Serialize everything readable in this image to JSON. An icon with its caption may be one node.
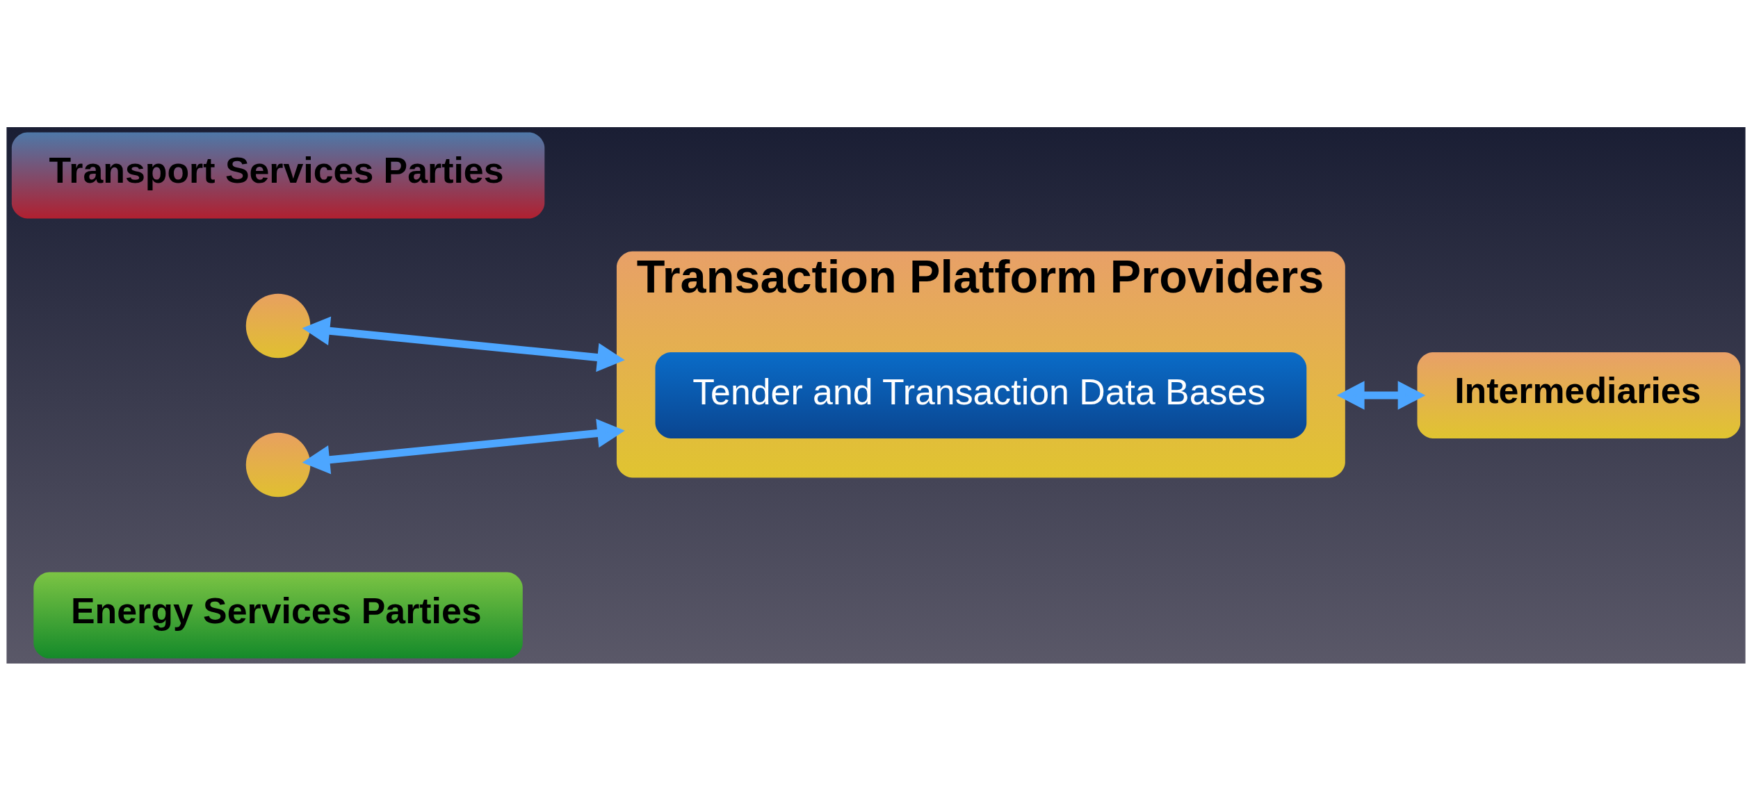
{
  "diagram": {
    "nodes": [
      {
        "text": [
          "Energy Services Parties"
        ]
      },
      {
        "text": [],
        "shape": "circle"
      },
      {
        "text": [
          "Transaction Platform Providers"
        ]
      },
      {
        "text": [
          "Tender and Transaction Data Bases"
        ],
        "in": 2
      },
      {
        "text": [
          "Intermediaries"
        ]
      },
      {
        "text": [
          "Transport Services Parties"
        ]
      },
      {
        "text": [],
        "shape": "circle"
      }
    ],
    "edges": [
      {
        "from": 1,
        "to": 2,
        "arrow": "both"
      },
      {
        "from": 2,
        "to": 4,
        "arrow": "both"
      },
      {
        "from": 6,
        "to": 2,
        "arrow": "both"
      }
    ]
  }
}
